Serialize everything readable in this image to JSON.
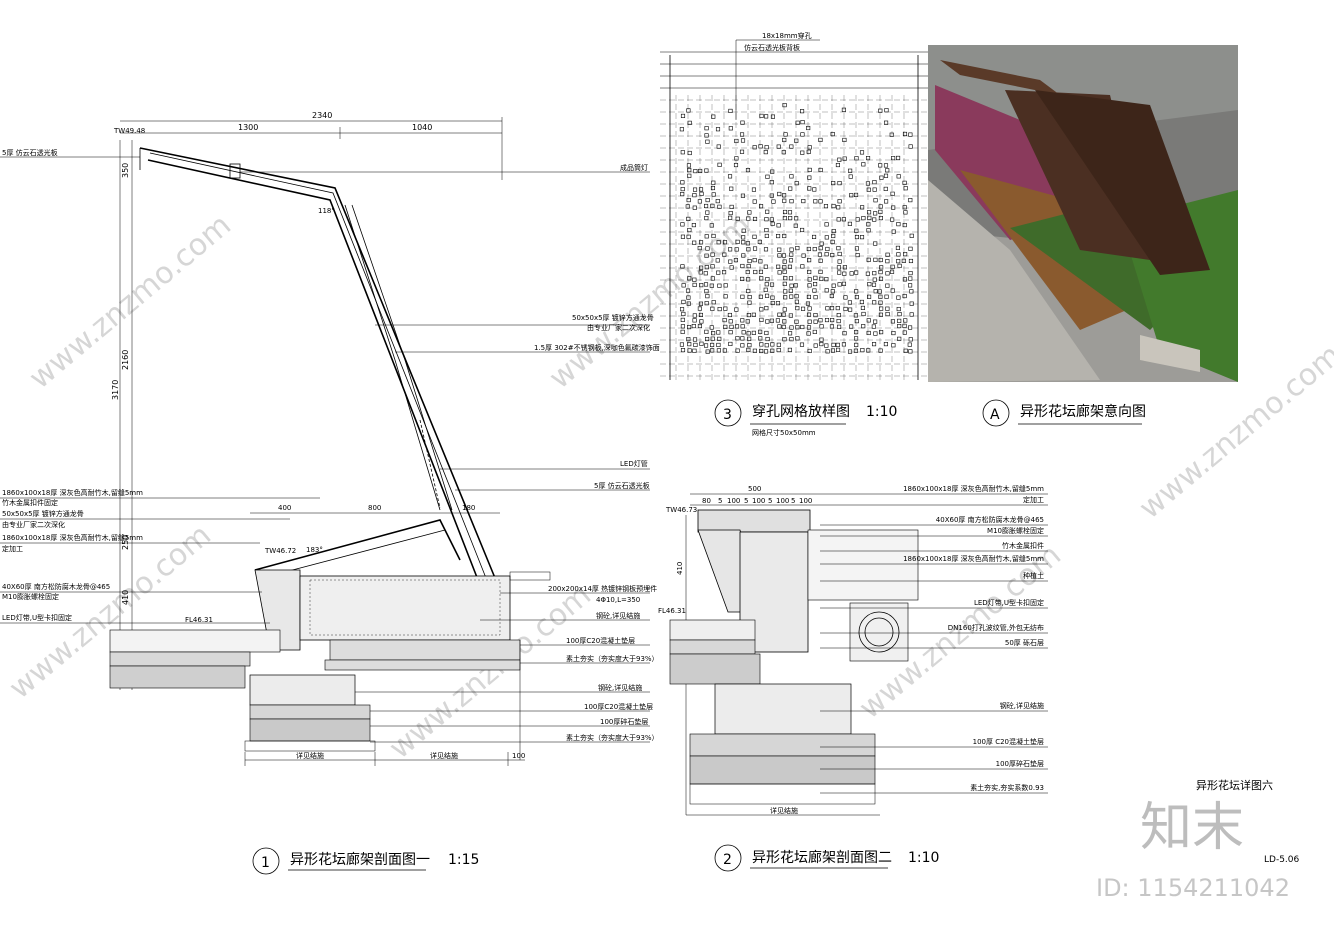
{
  "sheet": {
    "title": "异形花坛详图六",
    "sheet_no": "LD-5.06",
    "brand": "知末",
    "id_text": "ID: 1154211042",
    "watermark": "www.znzmo.com"
  },
  "section1": {
    "circle": "1",
    "title": "异形花坛廊架剖面图一",
    "scale": "1:15",
    "dims": {
      "total": "2340",
      "top_left": "1300",
      "top_right": "1040",
      "h350": "350",
      "h2160": "2160",
      "h3170": "3170",
      "h250": "250",
      "h410": "410",
      "b400": "400",
      "b800": "800",
      "b180": "180",
      "d100": "100",
      "foot_a": "详见结施",
      "foot_b": "详见结施"
    },
    "levels": {
      "tw1": "TW49.48",
      "tw2": "TW46.72",
      "fl": "FL46.31"
    },
    "angles": {
      "a1": "118°",
      "a2": "183°"
    },
    "notes_left": [
      "5厚 仿云石透光板",
      "1860x100x18厚  深灰色高耐竹木,留缝5mm",
      "竹木金属扣件固定",
      "50x50x5厚  镀锌方通龙骨",
      "由专业厂家二次深化",
      "1860x100x18厚 深灰色高耐竹木,留缝5mm",
      "定加工",
      "40X60厚  南方松防腐木龙骨@465",
      "M10膨胀螺栓固定",
      "LED灯带,U型卡扣固定"
    ],
    "notes_right": [
      "成品筒灯",
      "50x50x5厚  镀锌方通龙骨",
      "由专业厂家二次深化",
      "1.5厚  302#不锈钢板,深咖色氟碳漆饰面",
      "LED灯管",
      "5厚  仿云石透光板",
      "200x200x14厚  热镀锌钢板预埋件",
      "4Φ10,L=350",
      "钢砼,详见结施",
      "100厚C20混凝土垫层",
      "素土夯实（夯实度大于93%）",
      "钢砼,详见结施",
      "100厚C20混凝土垫层",
      "100厚碎石垫层",
      "素土夯实（夯实度大于93%）"
    ]
  },
  "section2": {
    "circle": "2",
    "title": "异形花坛廊架剖面图二",
    "scale": "1:10",
    "dims": {
      "w500": "500",
      "s1": "80",
      "s2": "5",
      "s3": "100",
      "s4": "5",
      "s5": "100",
      "s6": "5",
      "s7": "100",
      "s8": "5",
      "s9": "100",
      "h410": "410",
      "foot": "详见结施"
    },
    "levels": {
      "tw": "TW46.73",
      "fl": "FL46.31"
    },
    "notes": [
      "1860x100x18厚  深灰色高耐竹木,留缝5mm",
      "定加工",
      "40X60厚  南方松防腐木龙骨@465",
      "M10膨胀螺栓固定",
      "竹木金属扣件",
      "1860x100x18厚  深灰色高耐竹木,留缝5mm",
      "种植土",
      "LED灯带,U型卡扣固定",
      "DN160打孔波纹管,外包无纺布",
      "50厚  砾石层",
      "钢砼,详见结施",
      "100厚 C20混凝土垫层",
      "100厚碎石垫层",
      "素土夯实,夯实系数0.93"
    ]
  },
  "section3": {
    "circle": "3",
    "title": "穿孔网格放样图",
    "scale": "1:10",
    "sub": "网格尺寸50x50mm",
    "label1": "18x18mm穿孔",
    "label2": "仿云石透光板背板"
  },
  "sectionA": {
    "circle": "A",
    "title": "异形花坛廊架意向图"
  }
}
